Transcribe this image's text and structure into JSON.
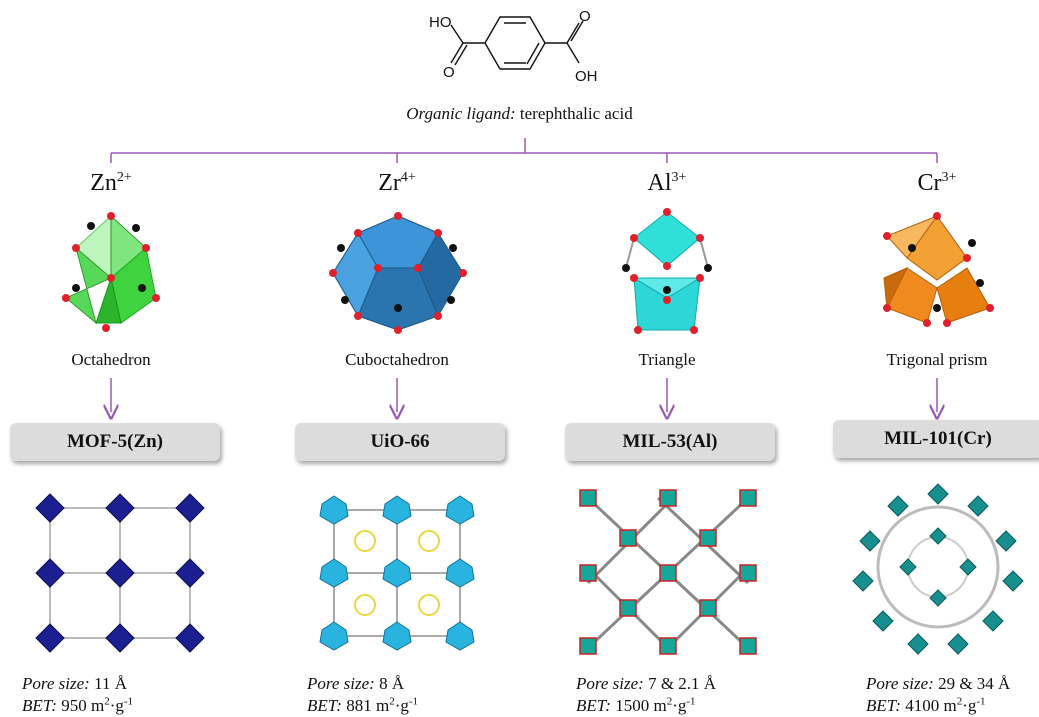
{
  "ligand": {
    "formula_labels": {
      "left_oh": "HO",
      "left_o": "O",
      "right_o": "O",
      "right_oh": "OH"
    },
    "caption_prefix": "Organic ligand:",
    "caption_name": "terephthalic  acid"
  },
  "columns": [
    {
      "ion_symbol": "Zn",
      "ion_charge": "2+",
      "cluster_icon": "green-octahedral-cluster-icon",
      "shape": "Octahedron",
      "mof_name": "MOF-5(Zn)",
      "framework_icon": "mof5-framework-icon",
      "pore_label": "Pore size:",
      "pore_value": "11 Å",
      "bet_label": "BET:",
      "bet_value": "950 m",
      "bet_unit_tail": "·g",
      "bet_exp1": "2",
      "bet_exp2": "-1"
    },
    {
      "ion_symbol": "Zr",
      "ion_charge": "4+",
      "cluster_icon": "blue-cuboctahedral-cluster-icon",
      "shape": "Cuboctahedron",
      "mof_name": "UiO-66",
      "framework_icon": "uio66-framework-icon",
      "pore_label": "Pore size:",
      "pore_value": "8 Å",
      "bet_label": "BET:",
      "bet_value": "881 m",
      "bet_unit_tail": "·g",
      "bet_exp1": "2",
      "bet_exp2": "-1"
    },
    {
      "ion_symbol": "Al",
      "ion_charge": "3+",
      "cluster_icon": "cyan-chain-cluster-icon",
      "shape": "Triangle",
      "mof_name": "MIL-53(Al)",
      "framework_icon": "mil53-framework-icon",
      "pore_label": "Pore size:",
      "pore_value": "7 & 2.1 Å",
      "bet_label": "BET:",
      "bet_value": "1500 m",
      "bet_unit_tail": "·g",
      "bet_exp1": "2",
      "bet_exp2": "-1"
    },
    {
      "ion_symbol": "Cr",
      "ion_charge": "3+",
      "cluster_icon": "orange-trimer-cluster-icon",
      "shape": "Trigonal prism",
      "mof_name": "MIL-101(Cr)",
      "framework_icon": "mil101-framework-icon",
      "pore_label": "Pore size:",
      "pore_value": "29 & 34 Å",
      "bet_label": "BET:",
      "bet_value": "4100 m",
      "bet_unit_tail": "·g",
      "bet_exp1": "2",
      "bet_exp2": "-1"
    }
  ],
  "colors": {
    "connector": "#9b59b6",
    "zn_cluster": "#3fd43f",
    "zr_cluster": "#2f7fc0",
    "al_cluster": "#2fd6d8",
    "cr_cluster": "#f08a1e",
    "mof5_framework": "#1b1f8f",
    "uio66_framework": "#29b4e0",
    "mil53_framework": "#17a79a",
    "mil101_framework": "#188f8f",
    "oxygen": "#e0202a",
    "carbon": "#111111"
  }
}
